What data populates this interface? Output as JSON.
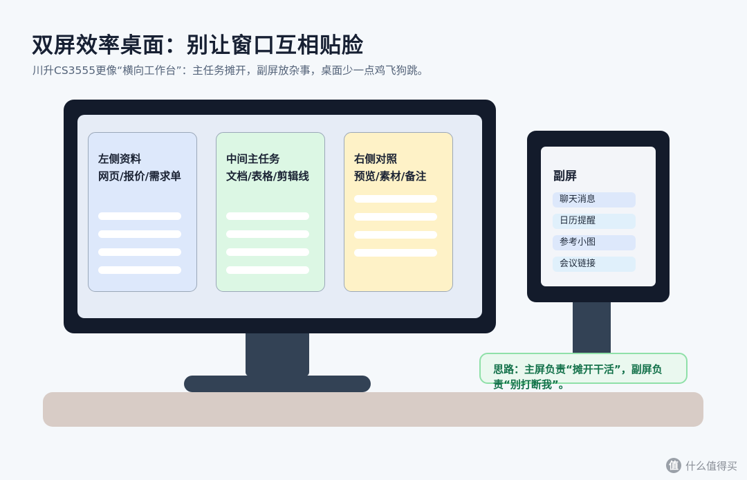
{
  "header": {
    "title": "双屏效率桌面：别让窗口互相贴脸",
    "subtitle": "川升CS3555更像“横向工作台”：主任务摊开，副屏放杂事，桌面少一点鸡飞狗跳。"
  },
  "main_monitor": {
    "cards": [
      {
        "title": "左侧资料",
        "body": "网页/报价/需求单",
        "color": "#dde8fb"
      },
      {
        "title": "中间主任务",
        "body": "文档/表格/剪辑线",
        "color": "#dcf7e4"
      },
      {
        "title": "右侧对照",
        "body": "预览/素材/备注",
        "color": "#fef2c7"
      }
    ]
  },
  "side_monitor": {
    "title": "副屏",
    "items": [
      {
        "label": "聊天消息",
        "color": "#dde8fb"
      },
      {
        "label": "日历提醒",
        "color": "#e0f0fb"
      },
      {
        "label": "参考小图",
        "color": "#dde8fb"
      },
      {
        "label": "会议链接",
        "color": "#e0f0fb"
      }
    ]
  },
  "note": {
    "text": "思路：主屏负责“摊开干活”，副屏负责“别打断我”。"
  },
  "watermark": {
    "icon": "值",
    "text": "什么值得买"
  },
  "colors": {
    "background": "#f5f8fb",
    "monitor_frame": "#131b2b",
    "stand": "#334255",
    "desk": "#d8ccc6",
    "note_border": "#8fe0a8",
    "note_text": "#13714a"
  }
}
